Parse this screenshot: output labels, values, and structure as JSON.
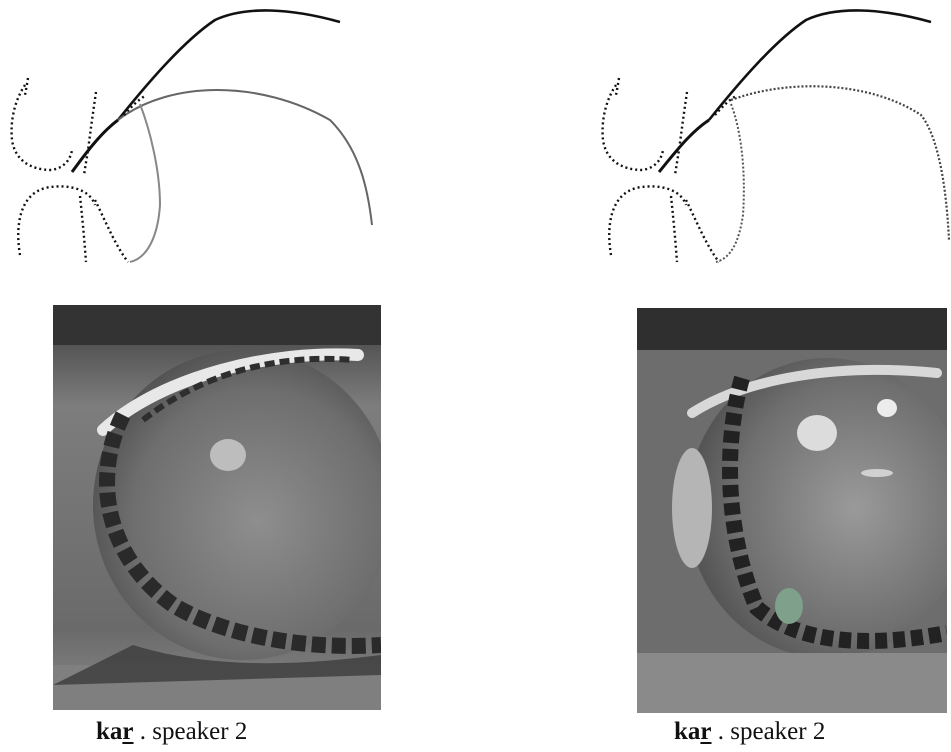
{
  "panels": [
    {
      "caption": {
        "word_prefix": "ka",
        "word_retroflex": "r",
        "sep": " . ",
        "speaker": "speaker 2"
      },
      "tongue_contour": "gray-solid"
    },
    {
      "caption": {
        "word_prefix": "ka",
        "word_retroflex": "r",
        "sep": " . ",
        "speaker": "speaker 2"
      },
      "tongue_contour": "gray-dotted"
    }
  ],
  "colors": {
    "ink": "#111111",
    "tongue": "#7a7a7a",
    "background": "#ffffff"
  },
  "image_type": "midsagittal vocal-tract tracings with ultrasound/MRI tongue images"
}
